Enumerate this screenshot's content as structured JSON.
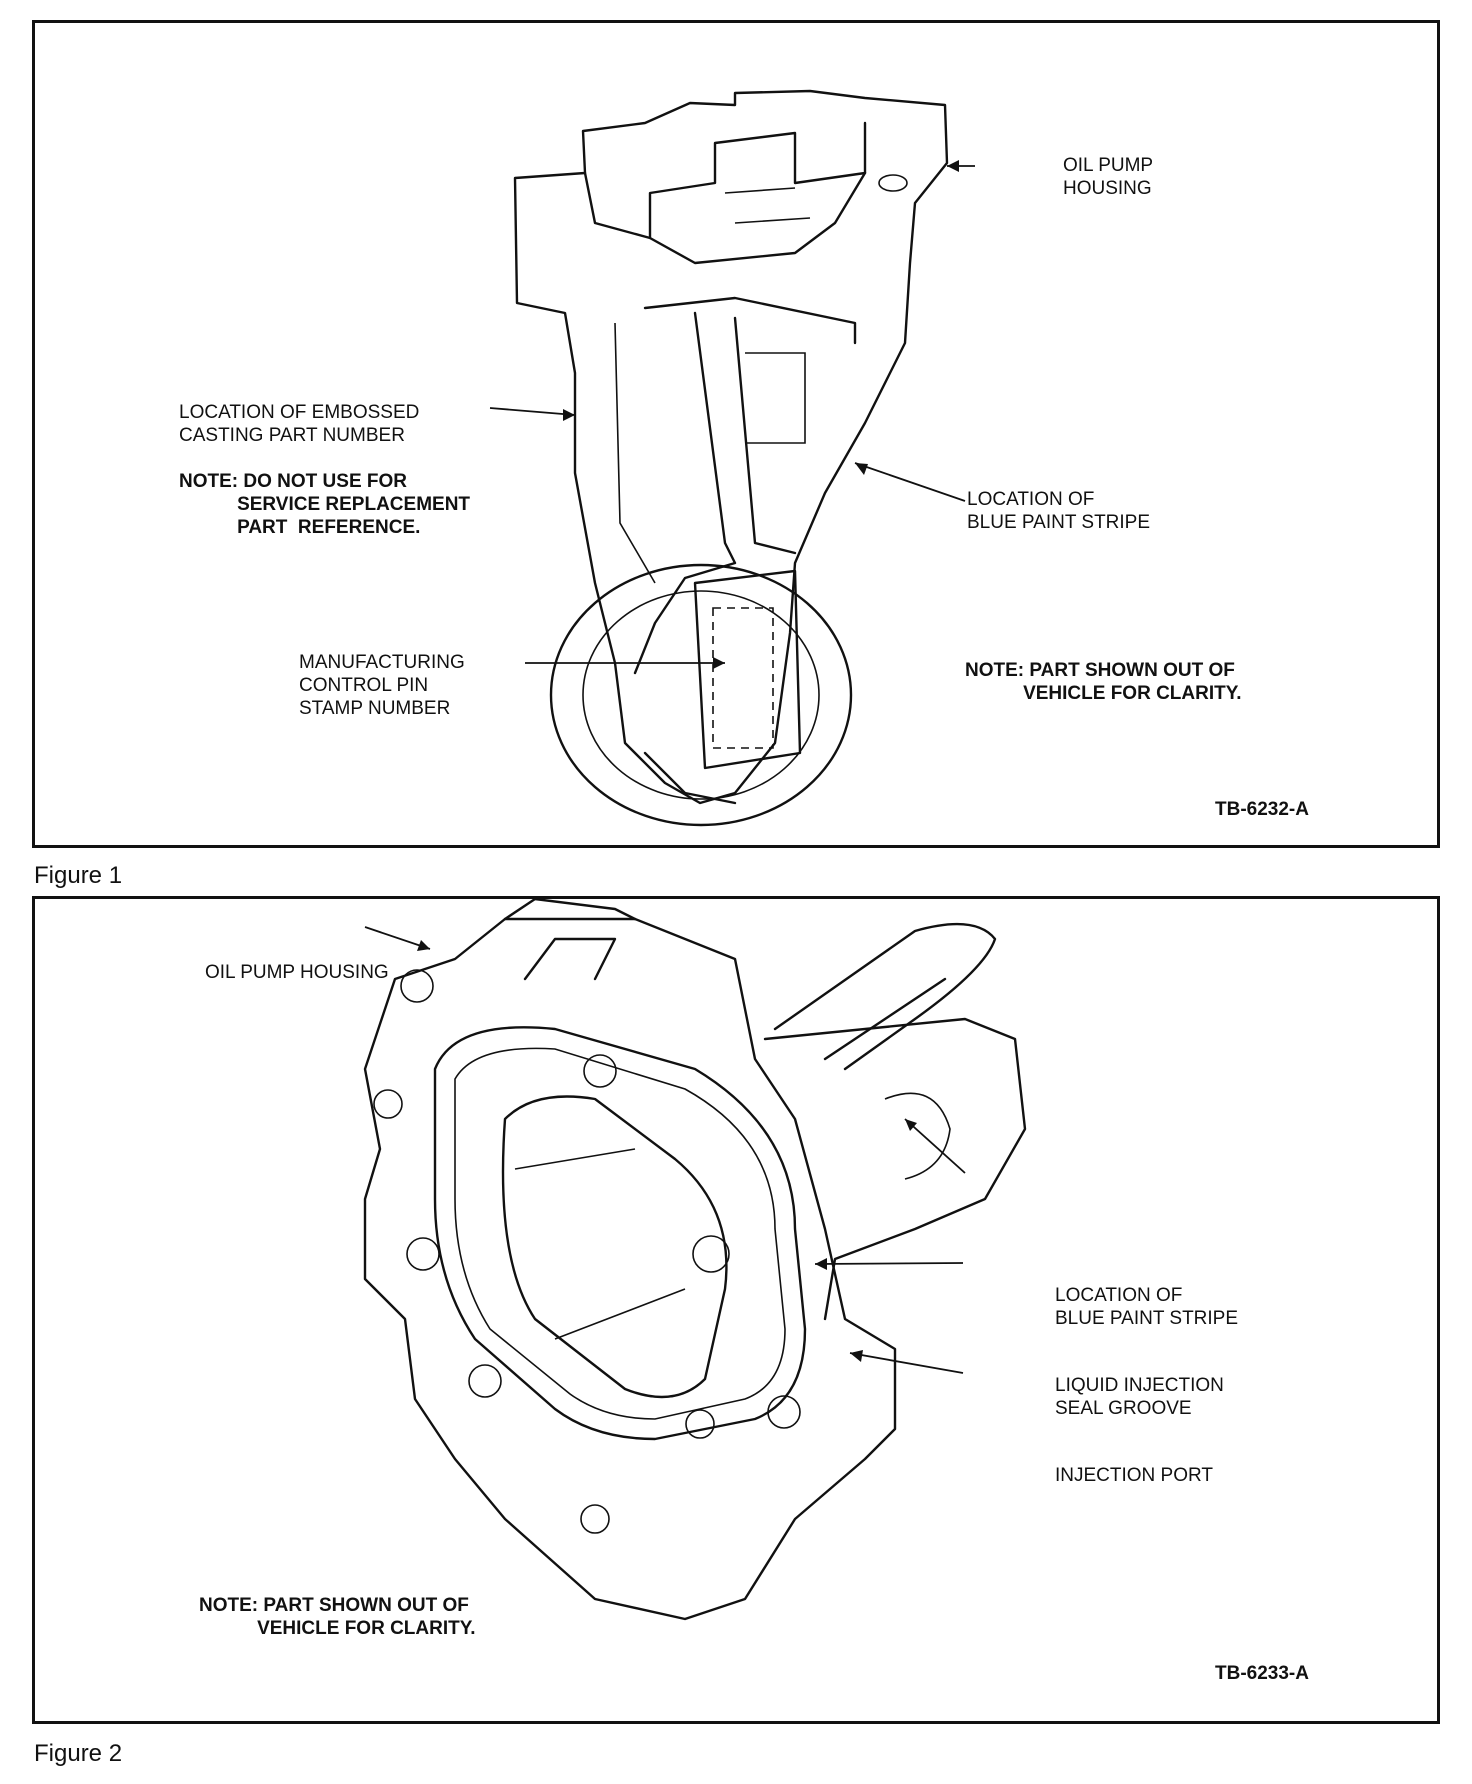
{
  "figure1": {
    "caption": "Figure 1",
    "labels": {
      "oil_pump_housing": "OIL PUMP\nHOUSING",
      "embossed_location": "LOCATION OF EMBOSSED\nCASTING PART NUMBER",
      "note_part_reference": "NOTE: DO NOT USE FOR\n           SERVICE REPLACEMENT\n           PART  REFERENCE.",
      "blue_paint_stripe": "LOCATION OF\nBLUE PAINT STRIPE",
      "control_pin": "MANUFACTURING\nCONTROL PIN\nSTAMP NUMBER",
      "note_clarity": "NOTE: PART SHOWN OUT OF\n           VEHICLE FOR CLARITY.",
      "ref_code": "TB-6232-A"
    }
  },
  "figure2": {
    "caption": "Figure 2",
    "labels": {
      "oil_pump_housing": "OIL PUMP HOUSING",
      "blue_paint_stripe": "LOCATION OF\nBLUE PAINT STRIPE",
      "seal_groove": "LIQUID INJECTION\nSEAL GROOVE",
      "injection_port": "INJECTION PORT",
      "note_clarity": "NOTE: PART SHOWN OUT OF\n           VEHICLE FOR CLARITY.",
      "ref_code": "TB-6233-A"
    }
  }
}
